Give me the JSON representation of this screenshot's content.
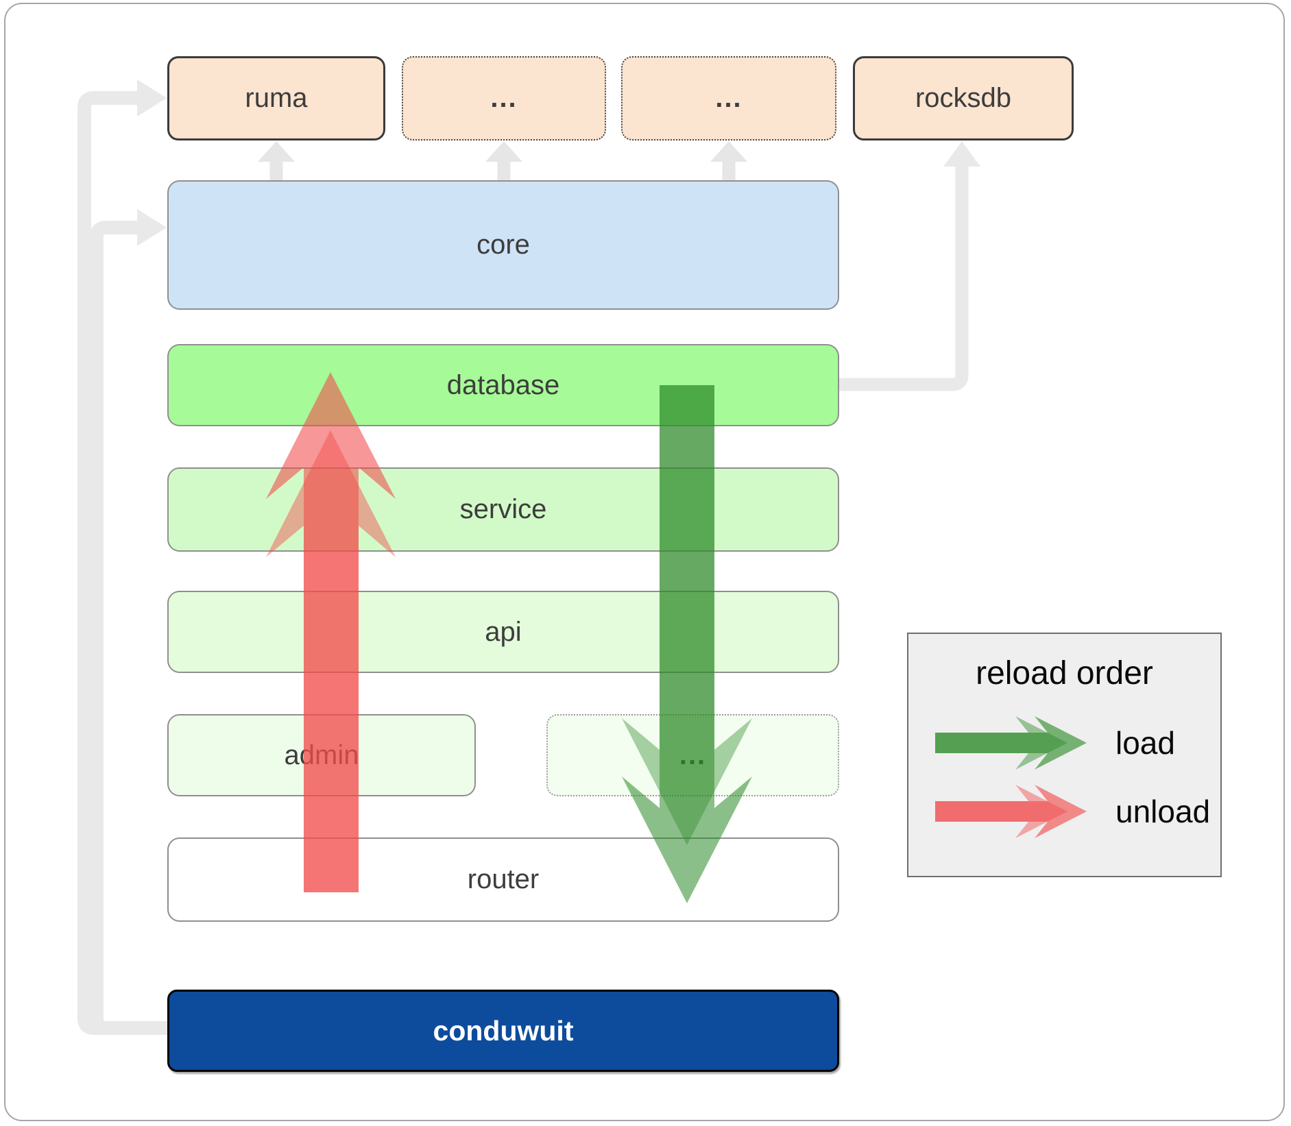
{
  "diagram": {
    "nodes": {
      "ruma": "ruma",
      "dots_a": "...",
      "dots_b": "...",
      "rocksdb": "rocksdb",
      "core": "core",
      "database": "database",
      "service": "service",
      "api": "api",
      "admin": "admin",
      "dots_c": "...",
      "router": "router",
      "conduwuit": "conduwuit"
    },
    "legend": {
      "title": "reload order",
      "items": [
        {
          "label": "load",
          "color": "#2c8a28"
        },
        {
          "label": "unload",
          "color": "#f24b4b"
        }
      ]
    },
    "colors": {
      "crate_box": "#fbe4d0",
      "core_box": "#cfe3f7",
      "database_box": "#a6fa97",
      "service_box": "#d2fac8",
      "api_box": "#e4fcdc",
      "admin_box": "#eefde9",
      "conduwuit_box": "#0d4c9c",
      "connector_gray": "#e9e9e9",
      "load_arrow_green": "#2c8a28",
      "unload_arrow_red": "#f24b4b",
      "legend_background": "#efefef"
    }
  }
}
